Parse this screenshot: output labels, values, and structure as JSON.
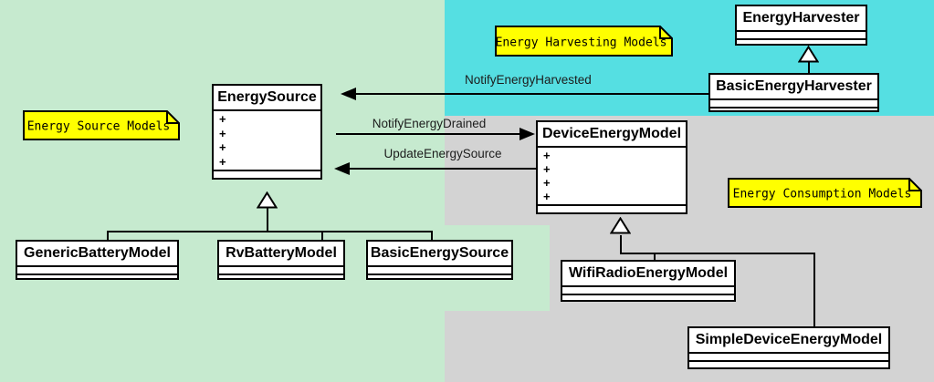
{
  "diagram": {
    "notes": {
      "source": "Energy Source Models",
      "harvesting": "Energy Harvesting Models",
      "consumption": "Energy Consumption Models"
    },
    "classes": {
      "energy_source": {
        "name": "EnergySource",
        "attrs": [
          "+",
          "+",
          "+",
          "+"
        ]
      },
      "energy_harvester": {
        "name": "EnergyHarvester"
      },
      "basic_energy_harvester": {
        "name": "BasicEnergyHarvester"
      },
      "device_energy_model": {
        "name": "DeviceEnergyModel",
        "attrs": [
          "+",
          "+",
          "+",
          "+"
        ]
      },
      "generic_battery_model": {
        "name": "GenericBatteryModel"
      },
      "rv_battery_model": {
        "name": "RvBatteryModel"
      },
      "basic_energy_source": {
        "name": "BasicEnergySource"
      },
      "wifi_radio_energy_model": {
        "name": "WifiRadioEnergyModel"
      },
      "simple_device_energy_model": {
        "name": "SimpleDeviceEnergyModel"
      }
    },
    "edges": {
      "notify_energy_harvested": "NotifyEnergyHarvested",
      "notify_energy_drained": "NotifyEnergyDrained",
      "update_energy_source": "UpdateEnergySource"
    },
    "colors": {
      "source_region": "#C6EACF",
      "harvesting_region": "#55DFE2",
      "consumption_region": "#D3D3D3",
      "note_background": "#FFFF00",
      "line": "#000000",
      "class_background": "#FFFFFF"
    }
  }
}
